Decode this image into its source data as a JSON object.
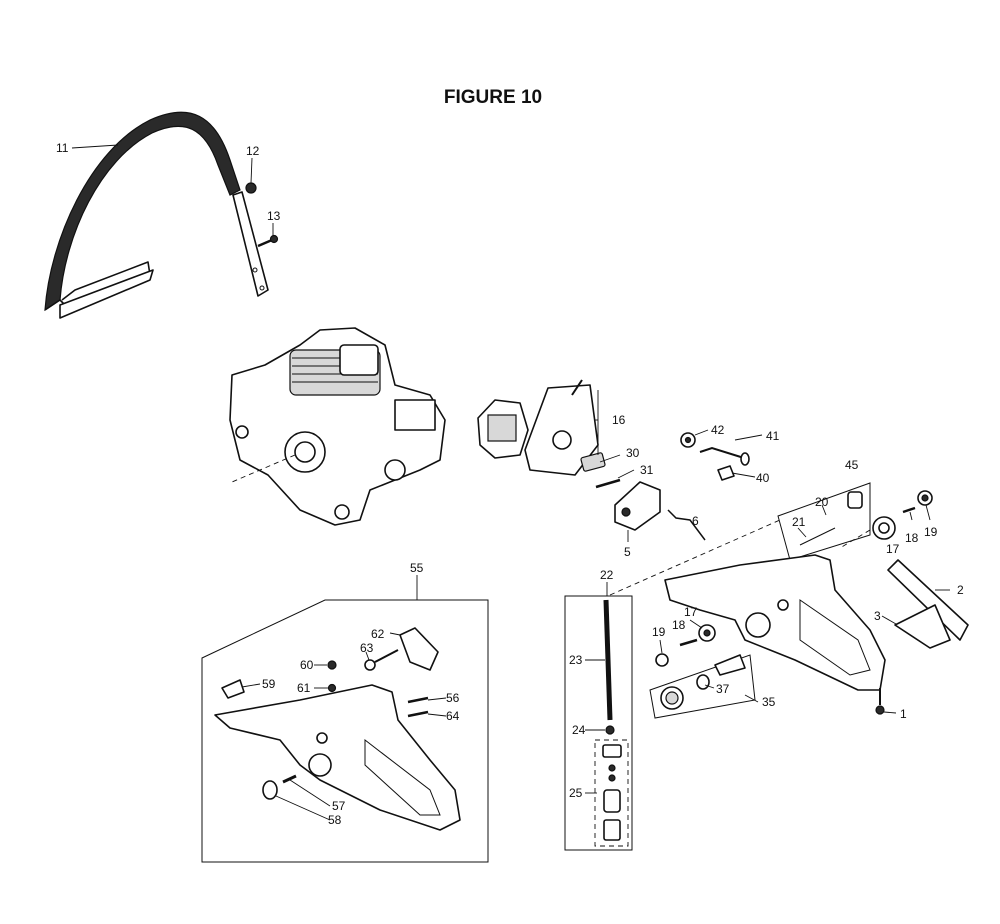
{
  "figure": {
    "title": "FIGURE 10"
  },
  "callouts": {
    "c1": "1",
    "c2": "2",
    "c3": "3",
    "c5": "5",
    "c6": "6",
    "c11": "11",
    "c12": "12",
    "c13": "13",
    "c16": "16",
    "c17a": "17",
    "c17b": "17",
    "c18a": "18",
    "c18b": "18",
    "c19a": "19",
    "c19b": "19",
    "c20": "20",
    "c21": "21",
    "c22": "22",
    "c23": "23",
    "c24": "24",
    "c25": "25",
    "c30": "30",
    "c31": "31",
    "c35": "35",
    "c37": "37",
    "c40": "40",
    "c41": "41",
    "c42": "42",
    "c45": "45",
    "c55": "55",
    "c56": "56",
    "c57": "57",
    "c58": "58",
    "c59": "59",
    "c60": "60",
    "c61": "61",
    "c62": "62",
    "c63": "63",
    "c64": "64"
  }
}
